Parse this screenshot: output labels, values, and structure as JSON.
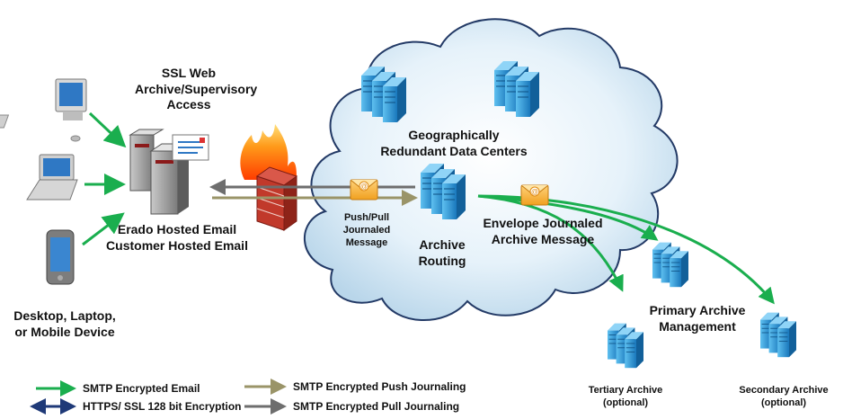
{
  "labels": {
    "ssl_web": [
      "SSL Web",
      "Archive/Supervisory",
      "Access"
    ],
    "hosted_email": [
      "Erado Hosted Email",
      "Customer Hosted Email"
    ],
    "devices": [
      "Desktop, Laptop,",
      "or Mobile Device"
    ],
    "data_centers": [
      "Geographically",
      "Redundant Data Centers"
    ],
    "push_pull": [
      "Push/Pull",
      "Journaled",
      "Message"
    ],
    "archive_routing": [
      "Archive",
      "Routing"
    ],
    "envelope": [
      "Envelope Journaled",
      "Archive Message"
    ],
    "primary": [
      "Primary Archive",
      "Management"
    ],
    "tertiary": [
      "Tertiary Archive",
      "(optional)"
    ],
    "secondary": [
      "Secondary Archive",
      "(optional)"
    ]
  },
  "legend": {
    "smtp_email": "SMTP Encrypted Email",
    "https": "HTTPS/ SSL 128 bit Encryption",
    "push": "SMTP Encrypted Push Journaling",
    "pull": "SMTP Encrypted Pull Journaling"
  },
  "colors": {
    "green_arrow": "#1aae4e",
    "https_arrow": "#1f3a78",
    "push_arrow": "#9a9468",
    "pull_arrow": "#6e6e6e",
    "cloud_fill": "#dceef8",
    "server_blue": "#1f8ccc"
  }
}
